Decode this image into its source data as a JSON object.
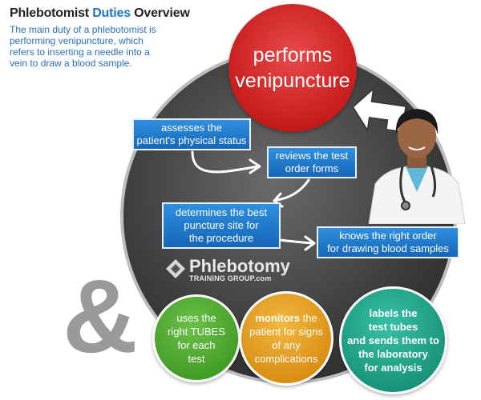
{
  "title": {
    "part1": "Phlebotomist ",
    "part2": "Duties",
    "part3": " Overview"
  },
  "intro": "The main duty of a phlebotomist is performing venipuncture, which refers to inserting a needle into a vein to draw a blood sample.",
  "main_duty": {
    "line1": "performs",
    "line2": "venipuncture"
  },
  "steps": [
    {
      "line1": "assesses the",
      "line2": "patient's physical status"
    },
    {
      "line1": "reviews the test",
      "line2": "order forms"
    },
    {
      "line1": "determines the best",
      "line2": "puncture site for",
      "line3": "the procedure"
    },
    {
      "line1": "knows the right order",
      "line2": "for drawing blood samples"
    }
  ],
  "logo": {
    "name": "Phlebotomy",
    "sub": "TRAINING GROUP.com"
  },
  "ampersand": "&",
  "extra_duties": {
    "green": {
      "l1": "uses the",
      "l2": "right TUBES",
      "l3": "for each",
      "l4": "test"
    },
    "orange": {
      "bold": "monitors",
      "rest": " the",
      "l2": "patient for signs",
      "l3": "of any",
      "l4": "complications"
    },
    "teal": {
      "l1": "labels the",
      "l2": "test tubes",
      "l3": "and sends them to",
      "l4": "the laboratory",
      "l5": "for analysis"
    }
  },
  "colors": {
    "title_accent": "#1e73c8",
    "main_circle": "#c71c1c",
    "step_box": "#1a6fc4",
    "green": "#3e9a23",
    "orange": "#d88a10",
    "teal": "#168f78"
  }
}
